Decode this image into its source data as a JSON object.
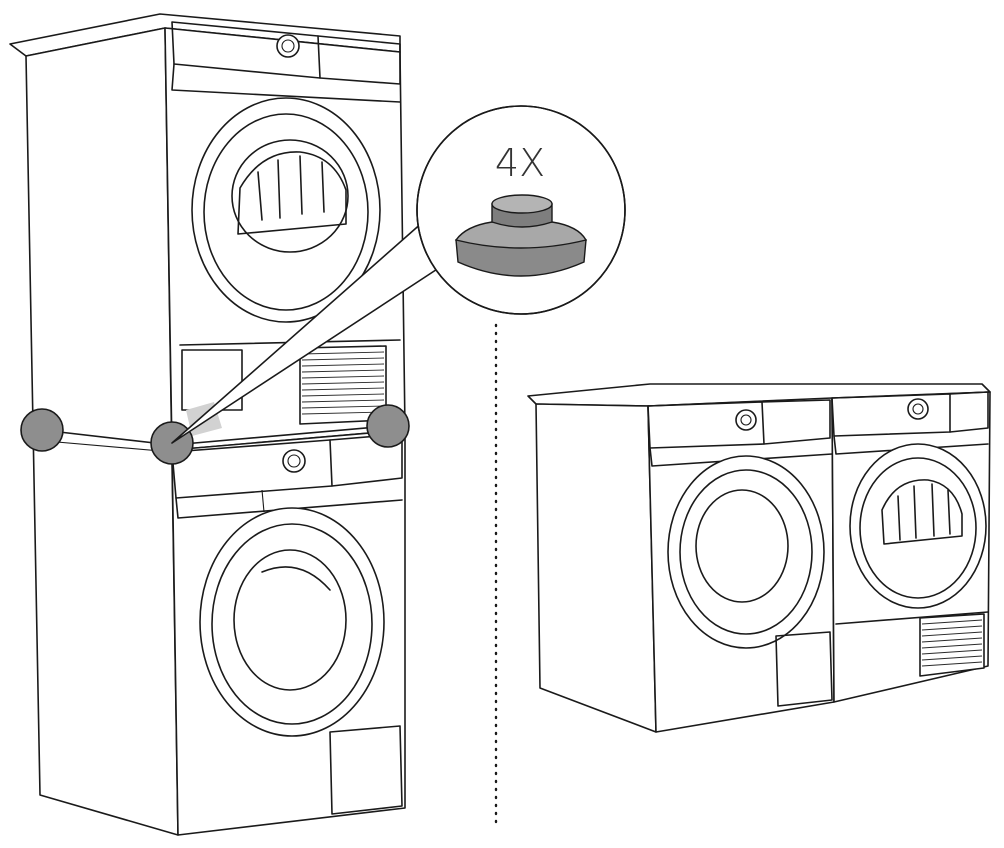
{
  "callout": {
    "quantity_label": "4X",
    "part_icon": "rubber-foot-icon"
  },
  "colors": {
    "line": "#1a1a1a",
    "marker_fill": "#8e8e8e",
    "foot_fill": "#8a8a8a",
    "background": "#ffffff"
  },
  "panels": {
    "left": "stacked-configuration",
    "right": "side-by-side-configuration"
  }
}
